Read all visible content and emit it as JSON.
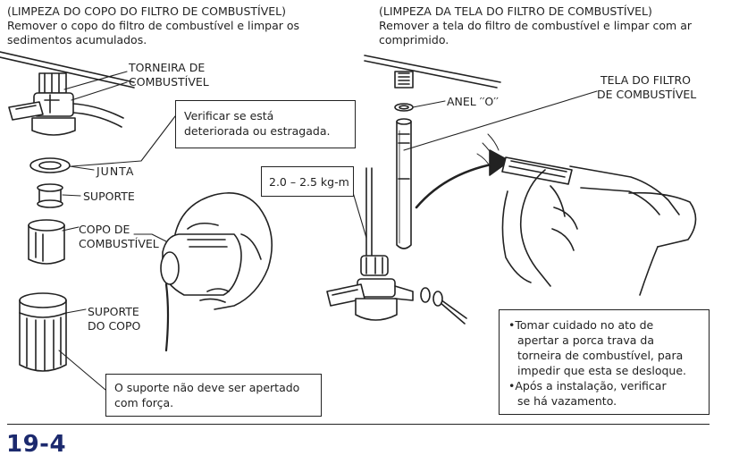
{
  "left": {
    "heading": "(LIMPEZA DO COPO DO FILTRO DE COMBUSTÍVEL)",
    "instruction_line1": "Remover o copo do filtro de combustível e limpar os",
    "instruction_line2": "sedimentos acumulados.",
    "label_torneira_1": "TORNEIRA DE",
    "label_torneira_2": "COMBUSTÍVEL",
    "label_junta": "JUNTA",
    "label_suporte": "SUPORTE",
    "label_copo_1": "COPO DE",
    "label_copo_2": "COMBUSTÍVEL",
    "label_suporte_copo_1": "SUPORTE",
    "label_suporte_copo_2": "DO COPO",
    "note_check_1": "Verificar se está",
    "note_check_2": "deteriorada ou estragada.",
    "note_support_1": "O suporte não deve ser apertado",
    "note_support_2": "com força."
  },
  "right": {
    "heading": "(LIMPEZA DA TELA DO FILTRO DE COMBUSTÍVEL)",
    "instruction_line1": "Remover a tela do filtro de combustível e limpar com ar",
    "instruction_line2": "comprimido.",
    "label_anel": "ANEL ′′O′′",
    "label_tela_1": "TELA DO FILTRO",
    "label_tela_2": "DE COMBUSTÍVEL",
    "torque": "2.0 – 2.5 kg-m",
    "caution_1": "•Tomar cuidado no ato de",
    "caution_2": "apertar a porca trava da",
    "caution_3": "torneira de combustível, para",
    "caution_4": "impedir que esta se desloque.",
    "caution_5": "•Após a instalação, verificar",
    "caution_6": "se há vazamento."
  },
  "page_number": "19-4",
  "colors": {
    "ink": "#222222",
    "page_number": "#1c2a6e"
  }
}
